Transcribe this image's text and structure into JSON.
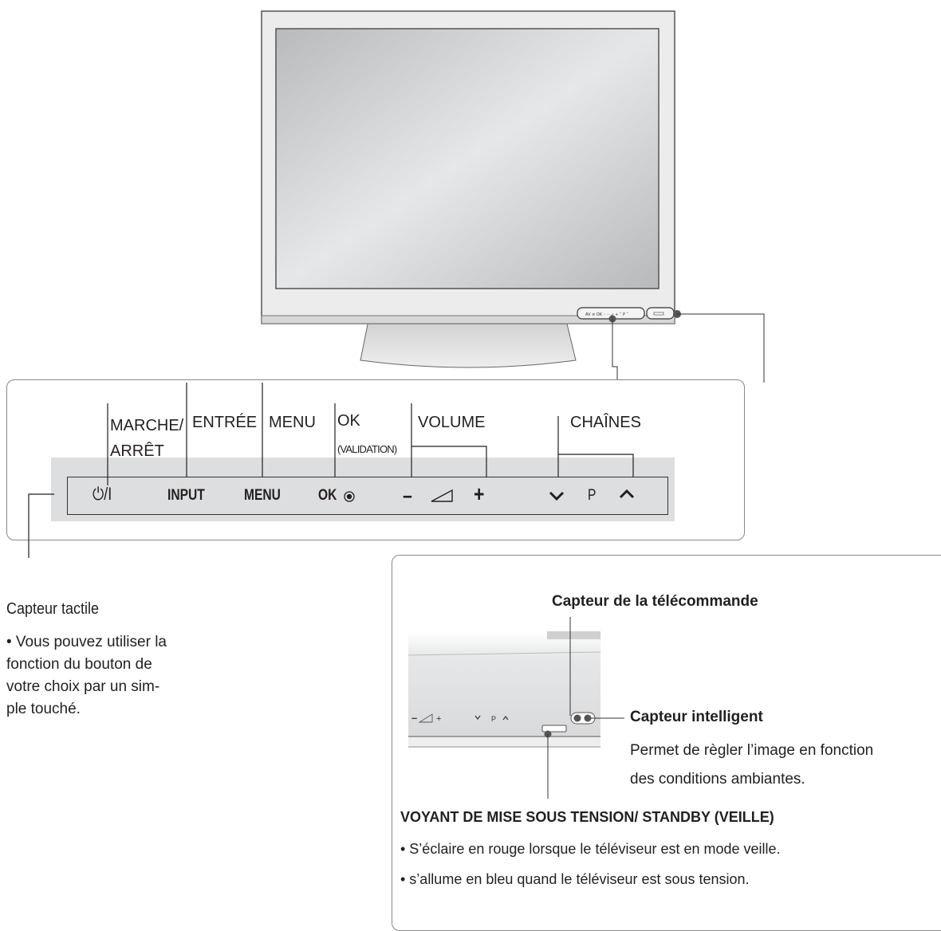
{
  "button_labels": {
    "power": "MARCHE/\nARRÊT",
    "input": "ENTRÉE",
    "menu": "MENU",
    "ok": "OK",
    "ok_sub": "(VALIDATION)",
    "volume": "VOLUME",
    "channels": "CHAÎNES"
  },
  "button_glyphs": {
    "power": "⏻/I",
    "input": "INPUT",
    "menu": "MENU",
    "ok": "OK",
    "vol_minus": "–",
    "vol_plus": "+",
    "ch": "P"
  },
  "touch_sensor": {
    "title": "Capteur tactile",
    "description": "• Vous pouvez utiliser la\nfonction du bouton de\nvotre choix par un sim-\nple touché."
  },
  "remote_sensor": {
    "title": "Capteur de la télécommande"
  },
  "smart_sensor": {
    "title": "Capteur intelligent",
    "description": "Permet de règler l’image en fonction\ndes conditions ambiantes."
  },
  "power_indicator": {
    "title": "VOYANT DE MISE SOUS TENSION/ STANDBY (VEILLE)",
    "bullets": [
      "• S’éclaire en rouge lorsque le téléviseur est en mode veille.",
      "• s’allume en bleu quand le téléviseur est sous tension."
    ]
  },
  "mini_glyphs": {
    "minus": "–",
    "plus": "+",
    "p": "P"
  },
  "colors": {
    "frame": "#e9eaea",
    "screen": "#c8c9cb",
    "strip": "#dcdedf",
    "line": "#231f20"
  }
}
